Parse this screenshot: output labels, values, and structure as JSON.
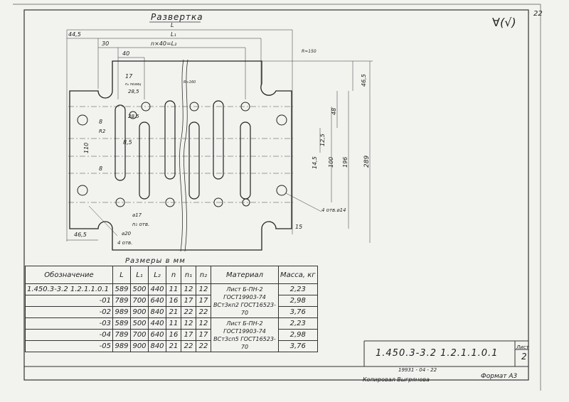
{
  "drawing": {
    "title": "Развертка",
    "sheet_corner_number": "22",
    "roughness_mark": "∀(√)",
    "dimensions": {
      "L": "L",
      "L1": "L₁",
      "n40": "n×40=L₂",
      "d44_5": "44,5",
      "d30": "30",
      "d40": "40",
      "d17": "17",
      "n2_label": "n₂ позиц",
      "d28_5a": "28,5",
      "d28_5b": "28,5",
      "d8a": "8",
      "r2": "R2",
      "d8_5": "8,5",
      "d110": "110",
      "d8b": "8",
      "r150": "R≈150",
      "r160": "R≈160",
      "d46_5": "46,5",
      "d48": "48",
      "d12_5": "12,5",
      "d14_5": "14,5",
      "d100": "100",
      "d196": "196",
      "d289": "289",
      "holes_14": "4 отв.⌀14",
      "d15": "15",
      "d17b": "⌀17",
      "n1_holes": "n₁ отв.",
      "d20": "⌀20",
      "holes_4": "4 отв.",
      "d46_5b": "46,5"
    }
  },
  "table": {
    "title": "Размеры в мм",
    "headers": [
      "Обозначение",
      "L",
      "L₁",
      "L₂",
      "n",
      "n₁",
      "n₂",
      "Материал",
      "Масса, кг"
    ],
    "rows": [
      {
        "designation": "1.450.3-3.2 1.2.1.1.0.1",
        "L": "589",
        "L1": "500",
        "L2": "440",
        "n": "11",
        "n1": "12",
        "n2": "12",
        "mass": "2,23"
      },
      {
        "designation": "-01",
        "L": "789",
        "L1": "700",
        "L2": "640",
        "n": "16",
        "n1": "17",
        "n2": "17",
        "mass": "2,98"
      },
      {
        "designation": "-02",
        "L": "989",
        "L1": "900",
        "L2": "840",
        "n": "21",
        "n1": "22",
        "n2": "22",
        "mass": "3,76"
      },
      {
        "designation": "-03",
        "L": "589",
        "L1": "500",
        "L2": "440",
        "n": "11",
        "n1": "12",
        "n2": "12",
        "mass": "2,23"
      },
      {
        "designation": "-04",
        "L": "789",
        "L1": "700",
        "L2": "640",
        "n": "16",
        "n1": "17",
        "n2": "17",
        "mass": "2,98"
      },
      {
        "designation": "-05",
        "L": "989",
        "L1": "900",
        "L2": "840",
        "n": "21",
        "n1": "22",
        "n2": "22",
        "mass": "3,76"
      }
    ],
    "material_1": "Лист Б-ПН-2 ГОСТ19903-74 ВСт3кп2 ГОСТ16523-70",
    "material_2": "Лист Б-ПН-2 ГОСТ19903-74 ВСт3сп5 ГОСТ16523-70"
  },
  "title_block": {
    "code": "1.450.3-3.2 1.2.1.1.0.1",
    "sheet_label": "Лист",
    "sheet_number": "2",
    "stamp": "19931 - 04 - 22",
    "copied_by": "Копировал Выгрянова",
    "format": "Формат А3"
  }
}
